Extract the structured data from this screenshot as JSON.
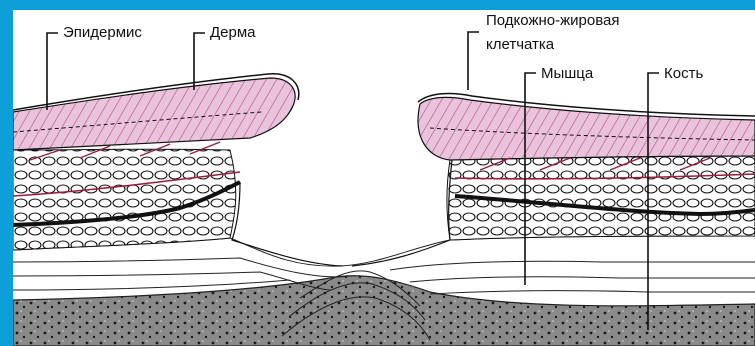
{
  "labels": {
    "epidermis": "Эпидермис",
    "dermis": "Дерма",
    "subcutaneous_line1": "Подкожно-жировая",
    "subcutaneous_line2": "клетчатка",
    "muscle": "Мышца",
    "bone": "Кость"
  },
  "colors": {
    "frame": "#0f9fd8",
    "dermis_fill": "#e9c3dc",
    "vessel": "#9a1b3c",
    "bone_fill": "#7f7f7f",
    "line": "#111111"
  }
}
